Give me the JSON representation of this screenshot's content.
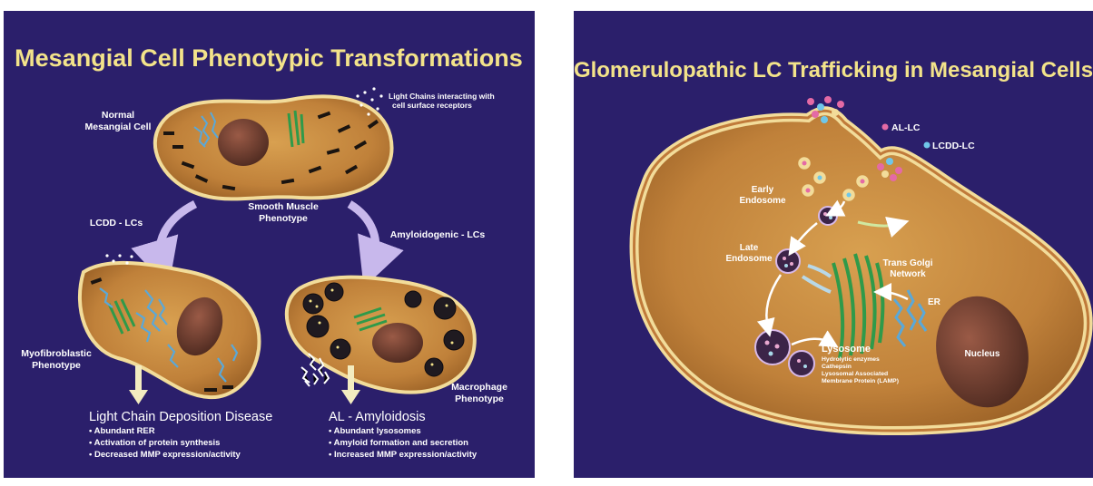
{
  "left_panel": {
    "title": "Mesangial Cell Phenotypic Transformations",
    "normal_cell": [
      "Normal",
      "Mesangial Cell"
    ],
    "lc_receptors": [
      "Light Chains interacting with",
      "cell surface receptors"
    ],
    "smooth_muscle": [
      "Smooth Muscle",
      "Phenotype"
    ],
    "lcdd_lcs": "LCDD - LCs",
    "amyloidogenic_lcs": "Amyloidogenic - LCs",
    "myofibroblastic": [
      "Myofibroblastic",
      "Phenotype"
    ],
    "macrophage": [
      "Macrophage",
      "Phenotype"
    ],
    "lcdd": {
      "title": "Light Chain Deposition Disease",
      "bullets": [
        "• Abundant RER",
        "• Activation of protein synthesis",
        "• Decreased MMP expression/activity"
      ]
    },
    "al": {
      "title": "AL - Amyloidosis",
      "bullets": [
        "• Abundant lysosomes",
        "• Amyloid formation and secretion",
        "• Increased MMP expression/activity"
      ]
    }
  },
  "right_panel": {
    "title": "Glomerulopathic LC Trafficking in Mesangial Cells",
    "al_lc": "AL-LC",
    "lcdd_lc": "LCDD-LC",
    "early_endosome": [
      "Early",
      "Endosome"
    ],
    "late_endosome": [
      "Late",
      "Endosome"
    ],
    "trans_golgi": [
      "Trans Golgi",
      "Network"
    ],
    "er": "ER",
    "nucleus": "Nucleus",
    "lysosome": {
      "title": "Lysosome",
      "details": [
        "Hydrolytic enzymes",
        "Cathepsin",
        "Lysosomal Associated",
        "Membrane Protein (LAMP)"
      ]
    }
  },
  "colors": {
    "background": "#2b1f6b",
    "title": "#f3e38a",
    "cytoplasm": "#c98a3d",
    "membrane": "#f2dc9a",
    "nucleus": "#6a3a2c",
    "golgi": "#2f9a4a",
    "er": "#5aa8d8",
    "arrow": "#c8b8ec"
  }
}
